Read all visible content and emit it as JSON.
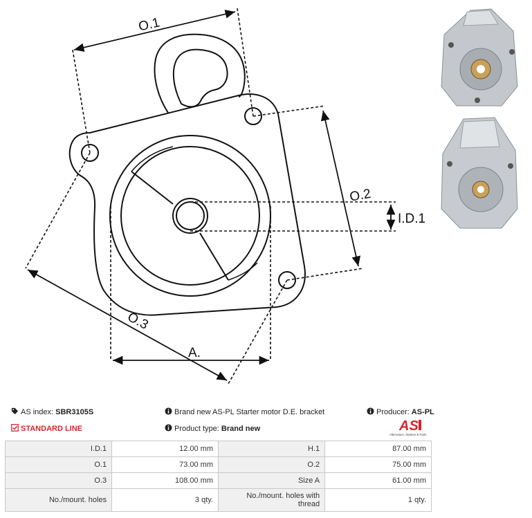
{
  "dimensions": {
    "o1": "O.1",
    "o2": "O.2",
    "o3": "O.3",
    "a": "A.",
    "id1": "I.D.1"
  },
  "info": {
    "as_index_label": "AS index:",
    "as_index_value": "SBR3105S",
    "description": "Brand new AS-PL Starter motor D.E. bracket",
    "producer_label": "Producer:",
    "producer_value": "AS-PL",
    "standard_line": "STANDARD LINE",
    "product_type_label": "Product type:",
    "product_type_value": "Brand new"
  },
  "logo": {
    "text": "AS",
    "tagline": "Alternators, Starters & Parts",
    "color": "#d7262b"
  },
  "specs": [
    {
      "l1": "I.D.1",
      "v1": "12.00 mm",
      "l2": "H.1",
      "v2": "87.00 mm"
    },
    {
      "l1": "O.1",
      "v1": "73.00 mm",
      "l2": "O.2",
      "v2": "75.00 mm"
    },
    {
      "l1": "O.3",
      "v1": "108.00 mm",
      "l2": "Size A",
      "v2": "61.00 mm"
    },
    {
      "l1": "No./mount. holes",
      "v1": "3 qty.",
      "l2": "No./mount. holes with thread",
      "v2": "1 qty."
    }
  ],
  "icons": {
    "tags": "tags-icon",
    "info": "info-circle-icon",
    "check": "check-square-icon"
  }
}
